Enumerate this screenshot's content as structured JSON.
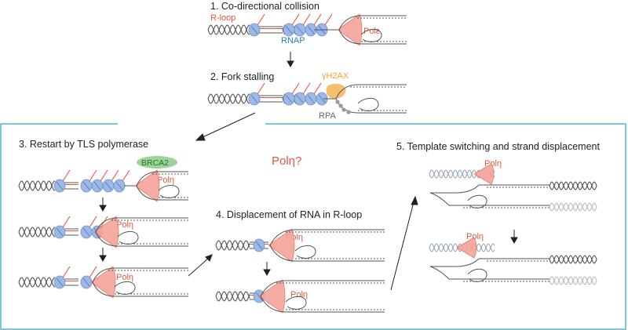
{
  "steps": {
    "s1": "1. Co-directional collision",
    "s2": "2. Fork stalling",
    "s3": "3. Restart by TLS polymerase",
    "s4": "4. Displacement of RNA in R-loop",
    "s5": "5. Template switching and strand displacement"
  },
  "labels": {
    "rloop": "R-loop",
    "rnap": "RNAP",
    "pol_e": "Polε",
    "gamma_h2ax": "γH2AX",
    "rpa": "RPA",
    "brca2": "BRCA2",
    "pol_eta": "Polη",
    "pol_eta_question": "Polη?"
  },
  "colors": {
    "box_border": "#55b4cf",
    "rnap_blue": "#9bb8e6",
    "rnap_stroke": "#6f8fc9",
    "polymerase_fill": "#f4a59a",
    "polymerase_stroke": "#e0705f",
    "rna_red": "#e8533c",
    "label_red": "#e2563e",
    "label_blue": "#2a7fb8",
    "h2ax_orange": "#f3b04a",
    "brca2_green": "#79c579",
    "dna_grey": "#555555",
    "rpa_grey": "#9a9a9a"
  }
}
